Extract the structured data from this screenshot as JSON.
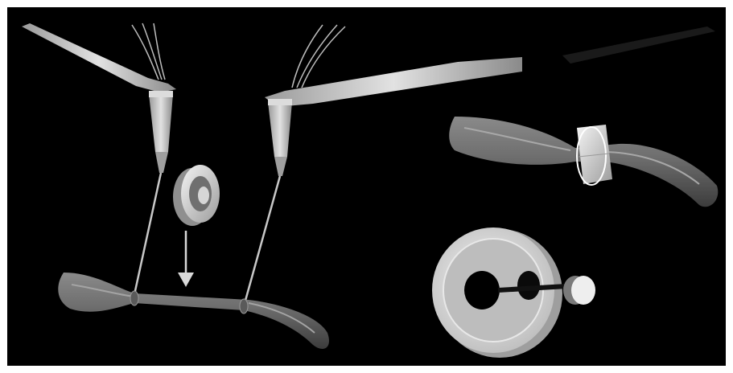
{
  "image": {
    "background": "#000000",
    "border_color": "#ffffff",
    "colors": {
      "vessel": "#6e6e6e",
      "vessel_highlight": "#9a9a9a",
      "vessel_shadow": "#3c3c3c",
      "metal": "#cfcfcf",
      "metal_dark": "#8a8a8a",
      "ring": "#e6e6e6",
      "ring_shadow": "#9c9c9c",
      "arrow": "#d9d9d9"
    },
    "scenes": [
      "vessel-suturing-with-needle-holders",
      "ring-on-constricted-vessel",
      "ring-cross-section"
    ]
  }
}
